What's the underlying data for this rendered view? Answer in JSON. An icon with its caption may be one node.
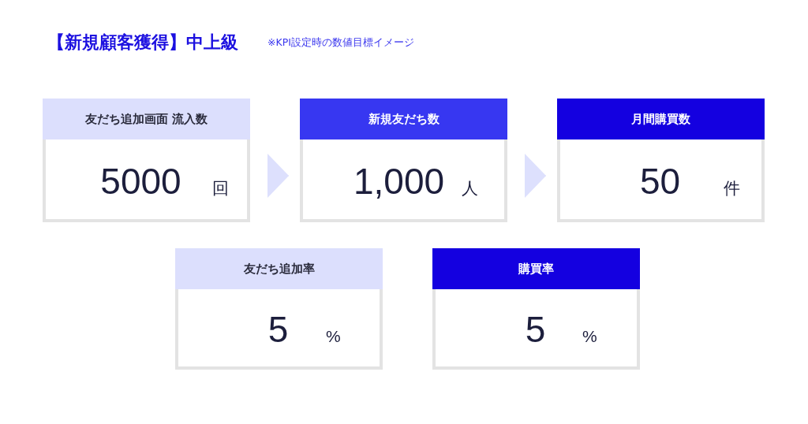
{
  "diagram": {
    "title": "【新規顧客獲得】中上級",
    "nodes": [
      {
        "text": [
          "友だち追加画面 流入数",
          "5000",
          "回"
        ]
      },
      {
        "text": [
          "新規友だち数",
          "1,000",
          "人"
        ]
      },
      {
        "text": [
          "月間購買数",
          "50",
          "件"
        ]
      },
      {
        "text": [
          "友だち追加率",
          "5",
          "%"
        ]
      },
      {
        "text": [
          "購買率",
          "5",
          "%"
        ]
      }
    ],
    "edges": [
      {
        "from": 0,
        "to": 1,
        "arrow": "to"
      },
      {
        "from": 1,
        "to": 2,
        "arrow": "to"
      }
    ],
    "labels": [
      "※KPI設定時の数値目標イメージ"
    ]
  }
}
